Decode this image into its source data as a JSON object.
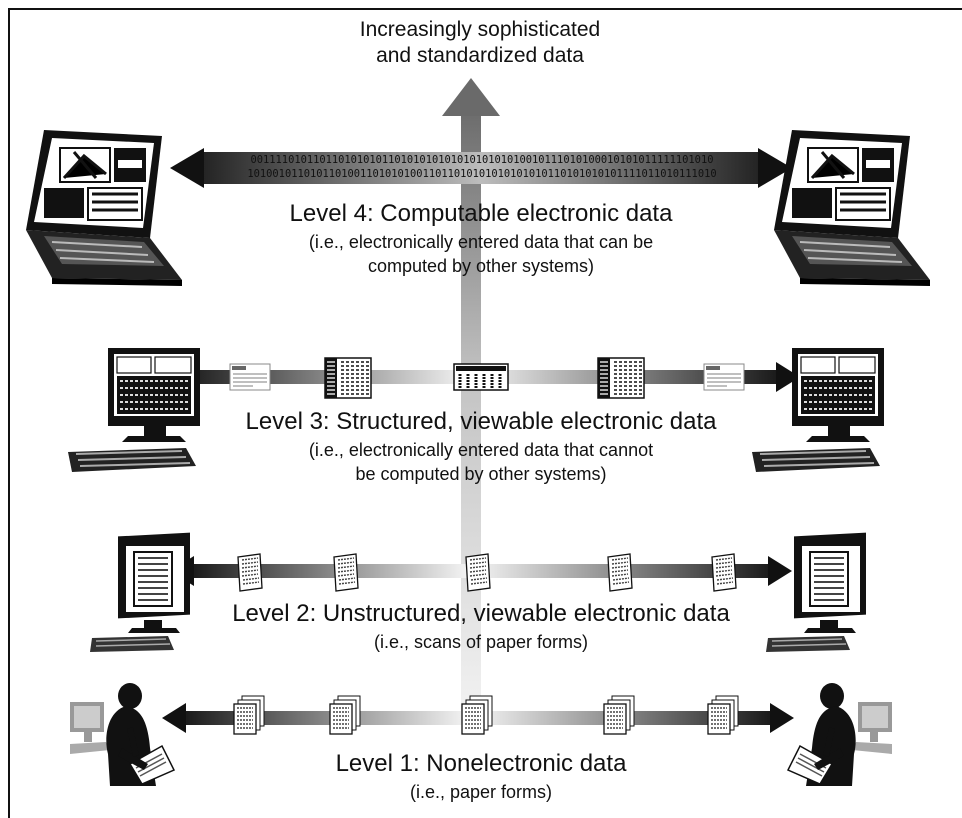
{
  "axis_label": {
    "line1": "Increasingly sophisticated",
    "line2": "and standardized data"
  },
  "levels": [
    {
      "id": 4,
      "heading": "Level 4: Computable electronic data",
      "detail_line1": "(i.e., electronically entered data that can be",
      "detail_line2": "computed by other systems)"
    },
    {
      "id": 3,
      "heading": "Level 3: Structured, viewable electronic data",
      "detail_line1": "(i.e., electronically entered data that cannot",
      "detail_line2": "be computed by other systems)"
    },
    {
      "id": 2,
      "heading": "Level 2: Unstructured, viewable electronic data",
      "detail_line1": "(i.e., scans of paper forms)"
    },
    {
      "id": 1,
      "heading": "Level 1: Nonelectronic data",
      "detail_line1": "(i.e., paper forms)"
    }
  ],
  "binary_stream": {
    "row1": "0011110101101101010101101010101010101010101001011101010001010101111110101​0",
    "row2": "1010010110101101001101010100110110101010101010101101010101011110110101​11010"
  },
  "icons": [
    "laptop-icon",
    "desktop-computer-icon",
    "monitor-icon",
    "person-with-paper-form-icon",
    "document-icon",
    "document-stack-icon",
    "data-table-icon",
    "form-card-icon"
  ]
}
